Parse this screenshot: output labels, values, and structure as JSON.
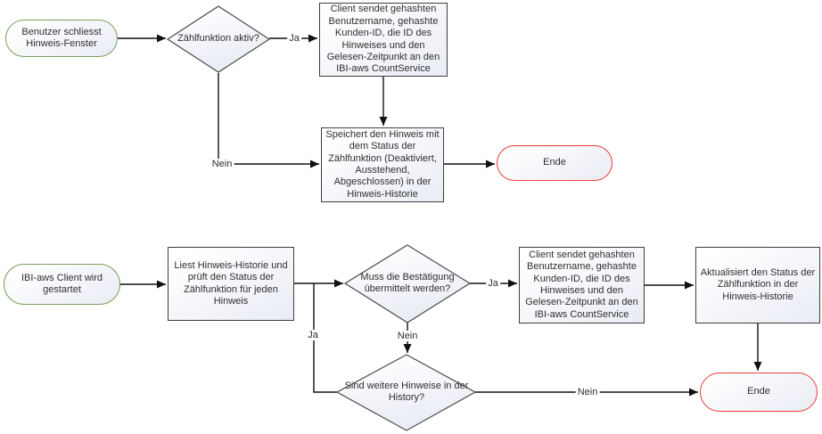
{
  "flowchart": {
    "colors": {
      "start_terminator_border": "#7ca05a",
      "end_terminator_border": "#f03c3c",
      "process_border": "#3e3e3e",
      "shape_fill_top": "#ffffff",
      "shape_fill_bottom": "#e9ecf4",
      "connector": "#111111",
      "text": "#2f2f2f"
    },
    "top_flow": {
      "start": {
        "label": "Benutzer schliesst Hinweis-Fenster"
      },
      "decision_count_active": {
        "label": "Zählfunktion aktiv?"
      },
      "send_to_countservice": {
        "label": "Client sendet gehashten Benutzername, gehashte Kunden-ID, die ID des Hinweises und den Gelesen-Zeitpunkt an den IBI-aws CountService"
      },
      "store_history": {
        "label": "Speichert den Hinweis mit dem Status der Zählfunktion (Deaktiviert, Ausstehend, Abgeschlossen) in der Hinweis-Historie"
      },
      "end": {
        "label": "Ende"
      },
      "edge_labels": {
        "ja": "Ja",
        "nein": "Nein"
      }
    },
    "bottom_flow": {
      "start": {
        "label": "IBI-aws Client wird gestartet"
      },
      "read_history": {
        "label": "Liest Hinweis-Historie und prüft den Status der Zählfunktion für jeden Hinweis"
      },
      "decision_confirmation": {
        "label": "Muss die Bestätigung übermittelt werden?"
      },
      "send_to_countservice": {
        "label": "Client sendet gehashten Benutzername, gehashte Kunden-ID, die ID des Hinweises und den Gelesen-Zeitpunkt an den IBI-aws CountService"
      },
      "update_status": {
        "label": "Aktualisiert den Status der Zählfunktion in der Hinweis-Historie"
      },
      "decision_more_hints": {
        "label": "Sind weitere Hinweise in der History?"
      },
      "end": {
        "label": "Ende"
      },
      "edge_labels": {
        "ja_confirm": "Ja",
        "nein_confirm": "Nein",
        "ja_more": "Ja",
        "nein_more": "Nein"
      }
    }
  }
}
